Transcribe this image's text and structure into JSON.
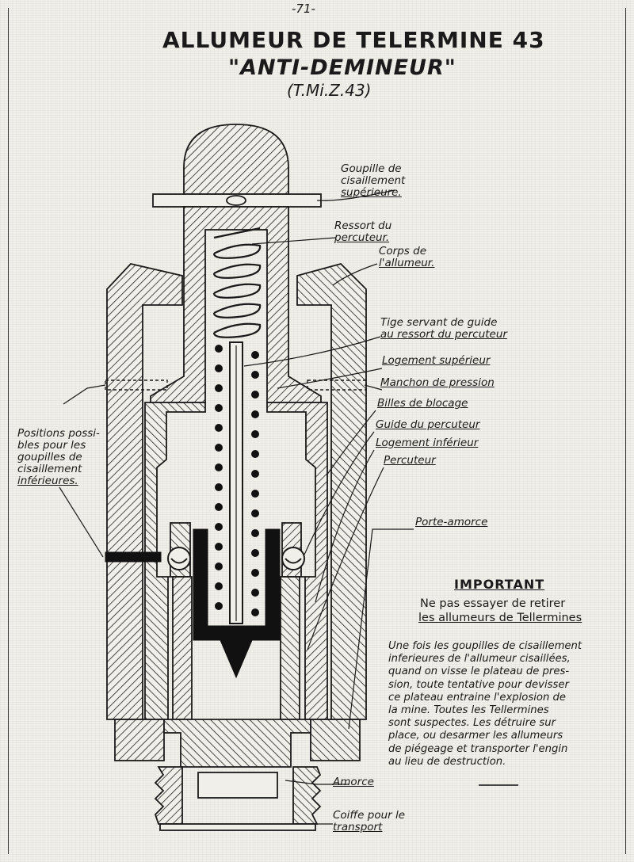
{
  "page_number": "-71-",
  "title": {
    "line1": "ALLUMEUR DE TELERMINE 43",
    "line2": "\"ANTI-DEMINEUR\"",
    "line3": "(T.Mi.Z.43)"
  },
  "labels": {
    "upper_shear_pin": [
      "Goupille de",
      "cisaillement",
      "supérieure."
    ],
    "striker_spring": [
      "Ressort du",
      "percuteur."
    ],
    "igniter_body": [
      "Corps de",
      "l'allumeur."
    ],
    "guide_rod": [
      "Tige servant de guide",
      "au ressort du percuteur"
    ],
    "upper_housing": [
      "Logement supérieur"
    ],
    "pressure_sleeve": [
      "Manchon de pression"
    ],
    "locking_balls": [
      "Billes de blocage"
    ],
    "striker_guide": [
      "Guide du percuteur"
    ],
    "lower_housing": [
      "Logement inférieur"
    ],
    "striker": [
      "Percuteur"
    ],
    "primer_holder": [
      "Porte-amorce"
    ],
    "primer": [
      "Amorce"
    ],
    "transport_cap": [
      "Coiffe pour le",
      "transport"
    ],
    "lower_pin_positions": [
      "Positions possi-",
      "bles pour les",
      "goupilles de",
      "cisaillement",
      "inférieures."
    ]
  },
  "important": {
    "heading": "IMPORTANT",
    "warning_line1": "Ne pas essayer de retirer",
    "warning_line2": "les allumeurs de Tellermines",
    "notice": [
      "Une fois les goupilles de cisaillement",
      "inferieures de l'allumeur cisaillées,",
      "quand on visse le plateau de pres-",
      "sion, toute tentative pour devisser",
      "ce plateau entraine l'explosion de",
      "la mine. Toutes les Tellermines",
      "sont suspectes. Les détruire sur",
      "place, ou desarmer les allumeurs",
      "de piégeage et transporter l'engin",
      "au lieu de destruction."
    ]
  },
  "colors": {
    "ink": "#1a1a1a",
    "paper": "#f1efe9"
  }
}
